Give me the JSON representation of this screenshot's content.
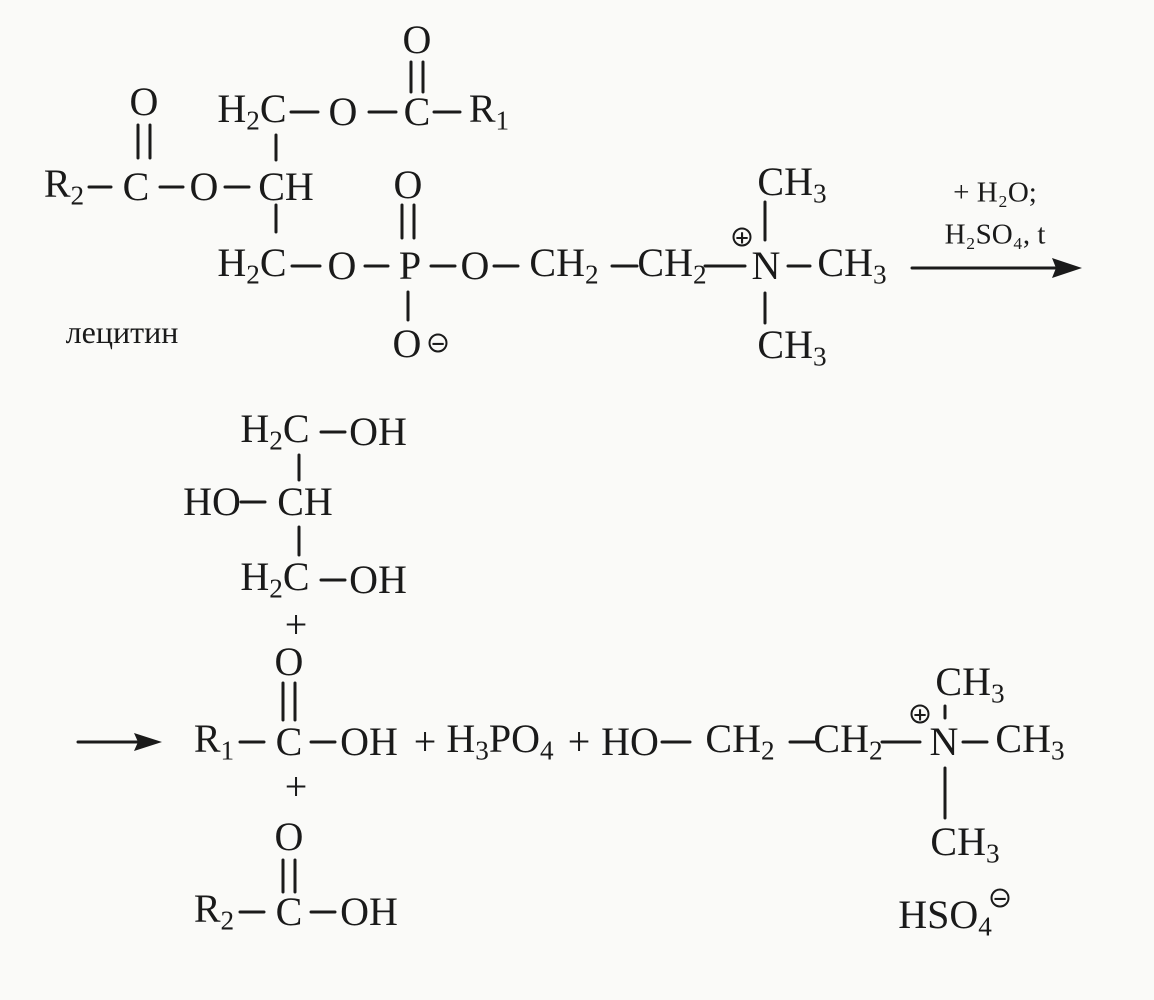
{
  "scheme": {
    "reactant_name": "лецитин",
    "conditions": [
      "+ H₂O;",
      "H₂SO₄, t"
    ],
    "charges": {
      "plus": "+",
      "minus": "−"
    }
  },
  "atoms": {
    "O": "O",
    "C": "C",
    "P": "P",
    "N": "N",
    "CH": "CH",
    "OH": "OH",
    "HO": "HO",
    "R1": "R",
    "R2": "R",
    "H2C": "H",
    "CH2": "CH",
    "CH3": "CH",
    "H3PO4": "H",
    "HSO4": "HSO",
    "plus_sign": "+"
  },
  "subscripts": {
    "one": "1",
    "two": "2",
    "three": "3",
    "four": "4"
  },
  "formula_parts": {
    "h2c_tail": "C",
    "h3po4_tail": "PO"
  }
}
